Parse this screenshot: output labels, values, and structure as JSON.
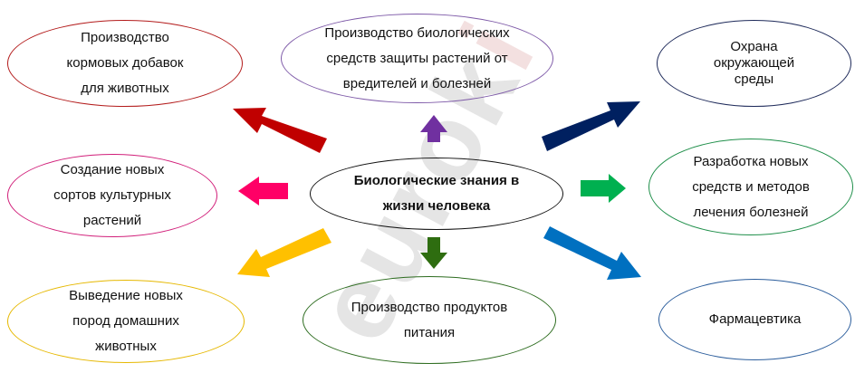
{
  "center": {
    "label": "Биологические знания в\nжизни человека"
  },
  "nodes": {
    "top_left": "Производство\nкормовых добавок\nдля животных",
    "top_center": "Производство биологических\nсредств защиты растений от\nвредителей и болезней",
    "top_right": "Охрана\nокружающей\nсреды",
    "mid_left": "Создание новых\nсортов культурных\nрастений",
    "mid_right": "Разработка новых\nсредств  и методов\nлечения болезней",
    "bottom_left": "Выведение новых\nпород домашних\nживотных",
    "bottom_center": "Производство продуктов\nпитания",
    "bottom_right": "Фармацевтика"
  },
  "watermark": {
    "text": "eurok",
    "accent": "i"
  },
  "colors": {
    "arrow_top_left": "#c00000",
    "arrow_top_center": "#7030a0",
    "arrow_top_right": "#002060",
    "arrow_mid_left": "#ff0066",
    "arrow_mid_right": "#00b050",
    "arrow_bottom_left": "#ffc000",
    "arrow_bottom_center": "#2e6d10",
    "arrow_bottom_right": "#0070c0"
  }
}
